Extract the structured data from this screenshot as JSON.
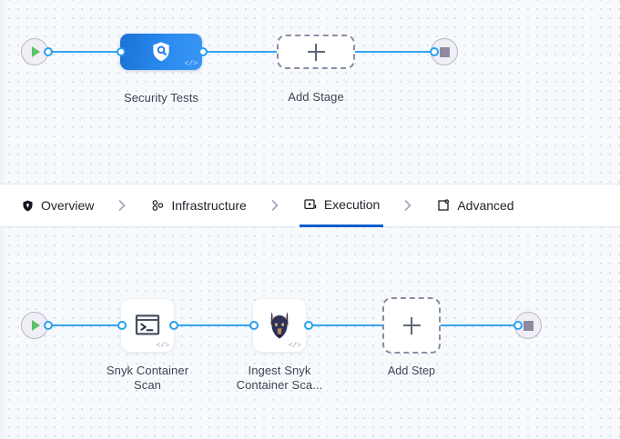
{
  "theme": {
    "canvas_bg": "#f7fafd",
    "dot_color": "#d5dde8",
    "connector_color": "#33a3f4",
    "port_color": "#27a0f2",
    "stage_gradient_from": "#1b72d6",
    "stage_gradient_to": "#3a95f4",
    "active_tab_underline": "#0b5fd0",
    "play_color": "#5bc16a",
    "stop_color": "#8d8ba0",
    "tab_bar_bg": "#ffffff"
  },
  "stage_row": {
    "start_node": {
      "icon": "play-icon",
      "label": ""
    },
    "stage": {
      "label": "Security Tests",
      "icon": "shield-search-icon",
      "code_tag": "</>"
    },
    "add_stage": {
      "label": "Add Stage",
      "icon": "plus-icon"
    },
    "end_node": {
      "icon": "stop-icon",
      "label": ""
    }
  },
  "tabs": {
    "items": [
      {
        "label": "Overview",
        "icon": "shield-icon",
        "active": false
      },
      {
        "label": "Infrastructure",
        "icon": "nodes-icon",
        "active": false
      },
      {
        "label": "Execution",
        "icon": "play-box-icon",
        "active": true
      },
      {
        "label": "Advanced",
        "icon": "box-gear-icon",
        "active": false
      }
    ],
    "separator_icon": "chevron-right-icon"
  },
  "step_row": {
    "start_node": {
      "icon": "play-icon",
      "label": ""
    },
    "steps": [
      {
        "label_line1": "Snyk Container",
        "label_line2": "Scan",
        "icon": "terminal-icon",
        "code_tag": "</>"
      },
      {
        "label_line1": "Ingest Snyk",
        "label_line2": "Container Sca...",
        "icon": "snyk-dog-icon",
        "code_tag": "</>"
      }
    ],
    "add_step": {
      "label": "Add Step",
      "icon": "plus-icon"
    },
    "end_node": {
      "icon": "stop-icon",
      "label": ""
    }
  }
}
